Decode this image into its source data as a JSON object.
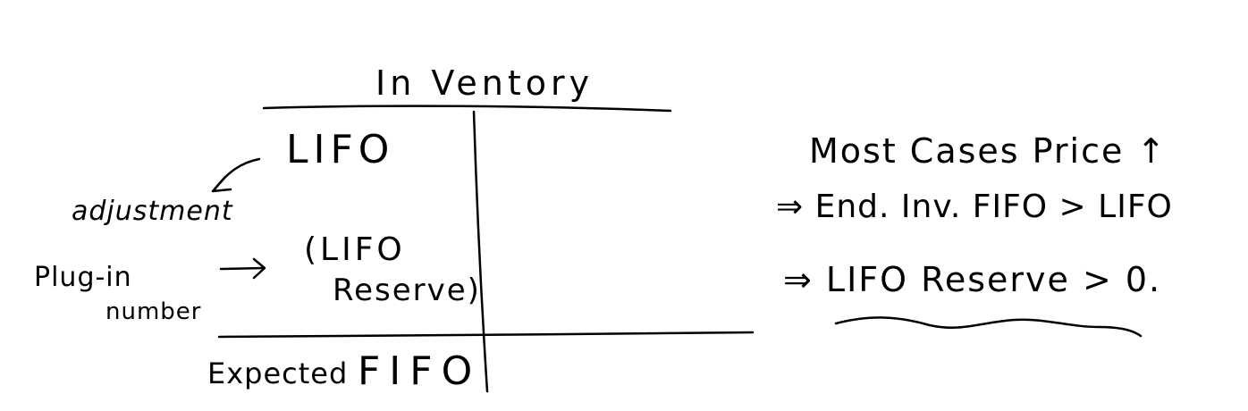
{
  "t_account": {
    "title": "In Ventory",
    "lifo": "LIFO",
    "lifo_reserve_line1": "(LIFO",
    "lifo_reserve_line2": "Reserve)",
    "expected_label": "Expected",
    "fifo": "FIFO"
  },
  "side_notes": {
    "adjustment": "adjustment",
    "plug_in": "Plug-in",
    "number": "number"
  },
  "conclusion": {
    "line1": "Most Cases Price ↑",
    "line2": "⇒ End. Inv.   FIFO > LIFO",
    "line3": "⇒ LIFO Reserve > 0."
  },
  "colors": {
    "ink": "#000000",
    "background": "#ffffff"
  }
}
